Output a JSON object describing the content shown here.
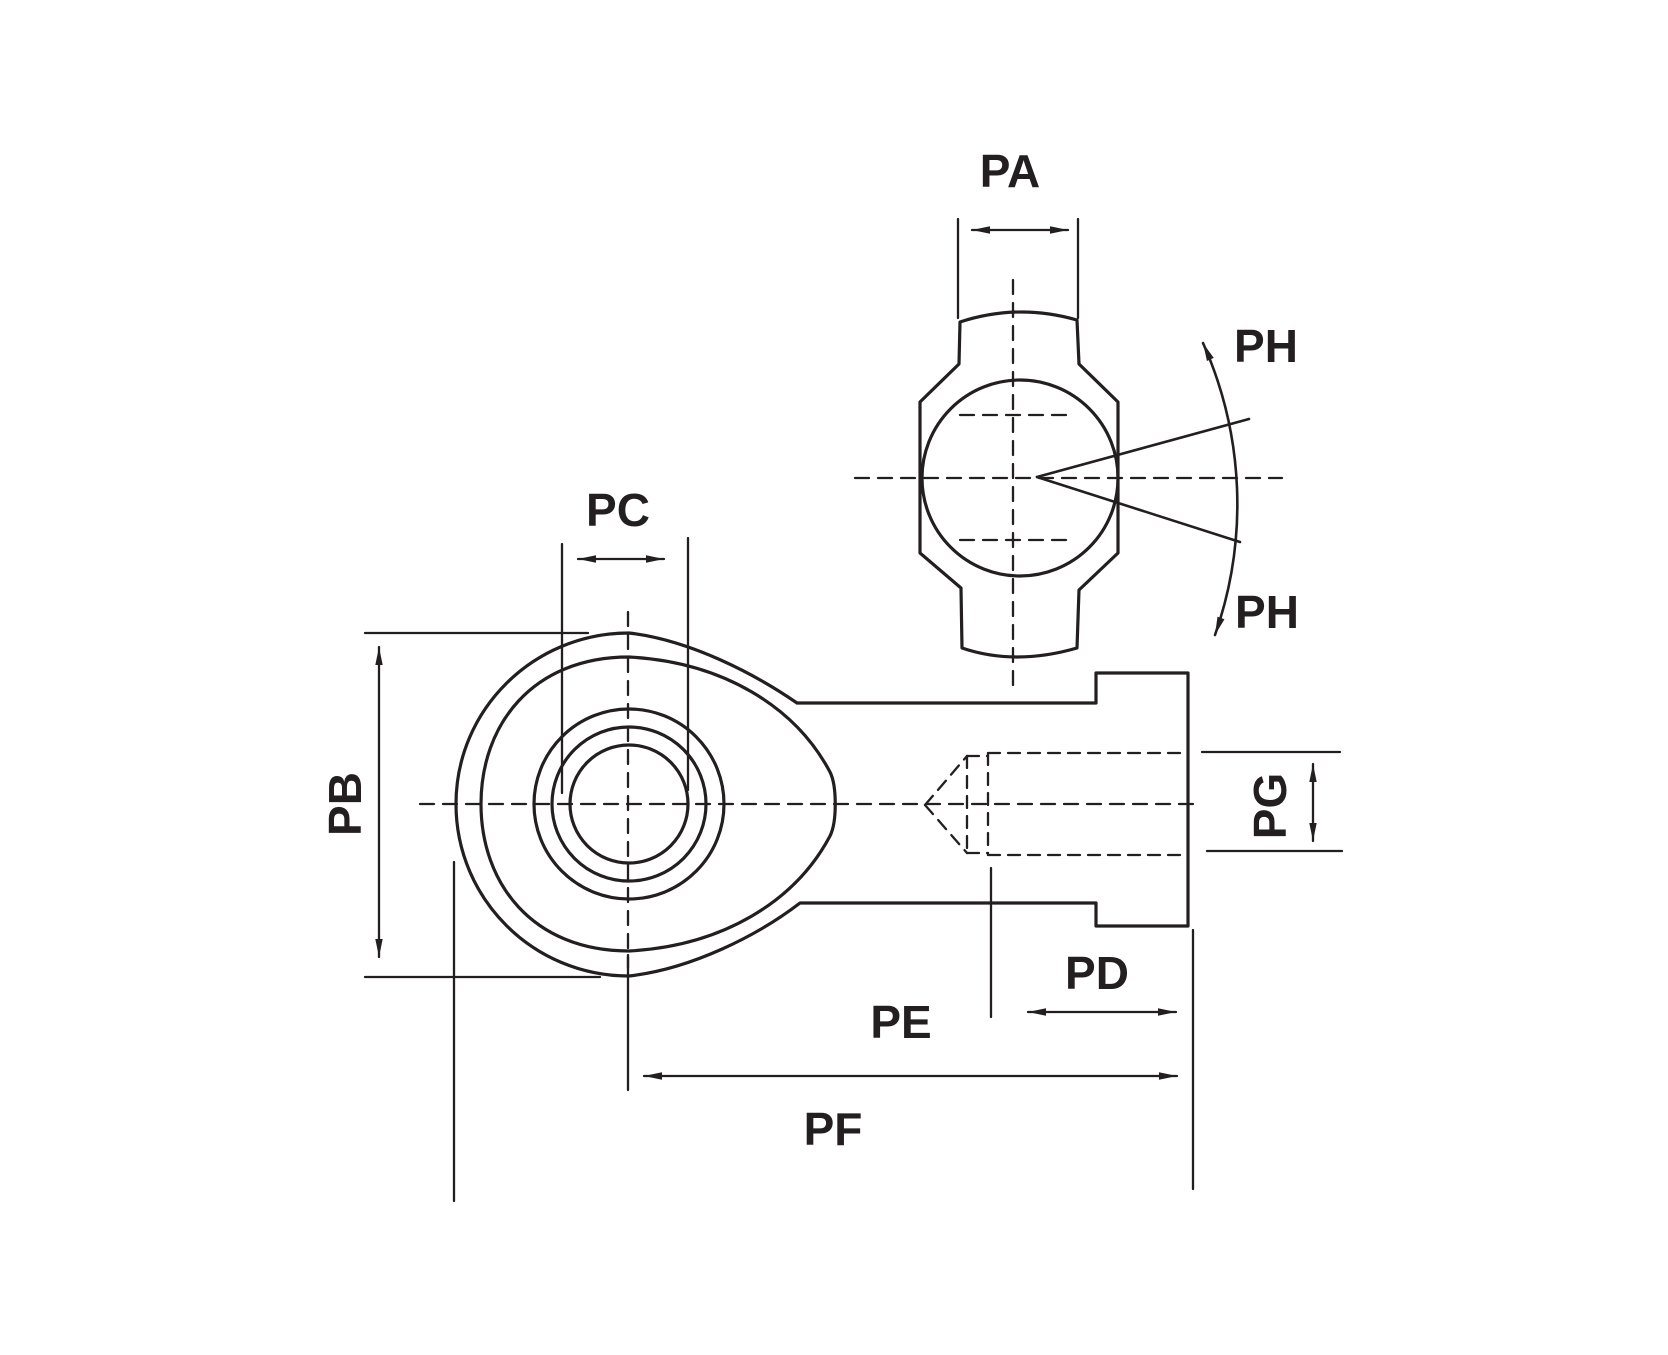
{
  "drawing": {
    "description": "Engineering dimension drawing of a rod end (ball joint) with front view, side view and threaded shank",
    "background_color": "#ffffff",
    "line_color": "#231f20",
    "labels": {
      "pa": "PA",
      "pb": "PB",
      "pc": "PC",
      "pd": "PD",
      "pe": "PE",
      "pf": "PF",
      "pg": "PG",
      "ph_upper": "PH",
      "ph_lower": "PH"
    }
  }
}
